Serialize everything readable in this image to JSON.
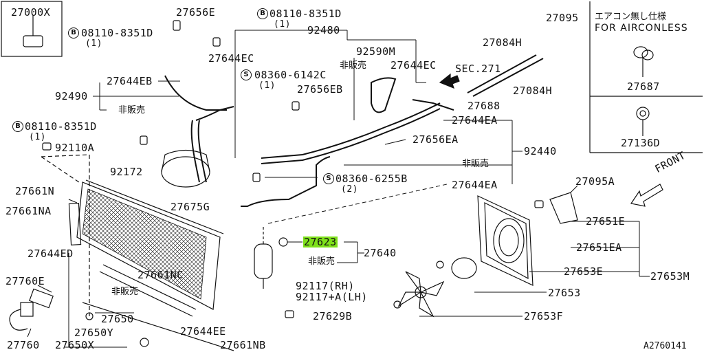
{
  "diagram_id": "A2760141",
  "accent_color": "#7ee01b",
  "inset": {
    "title_jp": "エアコン無し仕様",
    "title_en": "FOR AIRCONLESS",
    "part_a": "27687",
    "part_b": "27136D"
  },
  "sec_ref": "SEC.271",
  "front_label": "FRONT",
  "not_sold": "非販売",
  "bolt_symbol": "B",
  "screw_symbol": "S",
  "parts": {
    "p27000x": "27000X",
    "p27656e": "27656E",
    "p08110_8351d_a": "08110-8351D",
    "p08110_8351d_a_qty": "(1)",
    "p08110_8351d_b": "08110-8351D",
    "p08110_8351d_b_qty": "(1)",
    "p08110_8351d_c": "08110-8351D",
    "p08110_8351d_c_qty": "(1)",
    "p92480": "92480",
    "p27095": "27095",
    "p27644ec_a": "27644EC",
    "p92590m": "92590M",
    "p27644ec_b": "27644EC",
    "p27084h_a": "27084H",
    "p27084h_b": "27084H",
    "p08360_6142c": "08360-6142C",
    "p08360_6142c_qty": "(1)",
    "p27644eb": "27644EB",
    "p92490": "92490",
    "p27656eb": "27656EB",
    "p27688": "27688",
    "p27644ea_a": "27644EA",
    "p92110a": "92110A",
    "p27656ea": "27656EA",
    "p92440": "92440",
    "p92172": "92172",
    "p08360_6255b": "08360-6255B",
    "p08360_6255b_qty": "(2)",
    "p27661n": "27661N",
    "p27644ea_b": "27644EA",
    "p27095a": "27095A",
    "p27661na": "27661NA",
    "p27675g": "27675G",
    "p27651e": "27651E",
    "p27623": "27623",
    "p27640": "27640",
    "p27651ea": "27651EA",
    "p27644ed": "27644ED",
    "p27661nc": "27661NC",
    "p27653e": "27653E",
    "p27653m": "27653M",
    "p27760e": "27760E",
    "p92117_rh": "92117(RH)",
    "p92117a_lh": "92117+A(LH)",
    "p27653": "27653",
    "p27650": "27650",
    "p27629b": "27629B",
    "p27653f": "27653F",
    "p27650y": "27650Y",
    "p27644ee": "27644EE",
    "p27760": "27760",
    "p27650x": "27650X",
    "p27661nb": "27661NB"
  }
}
